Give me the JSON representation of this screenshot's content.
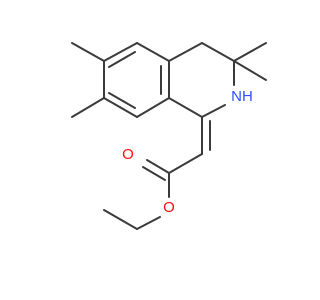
{
  "molecule": {
    "atoms": {
      "N": {
        "symbol": "N",
        "hydrogen": "H",
        "color": "#3050f8"
      },
      "O_carbonyl": {
        "symbol": "O",
        "color": "#ff0d0d"
      },
      "O_ester": {
        "symbol": "O",
        "color": "#ff0d0d"
      }
    },
    "bond_color": "#3a3a3a"
  }
}
